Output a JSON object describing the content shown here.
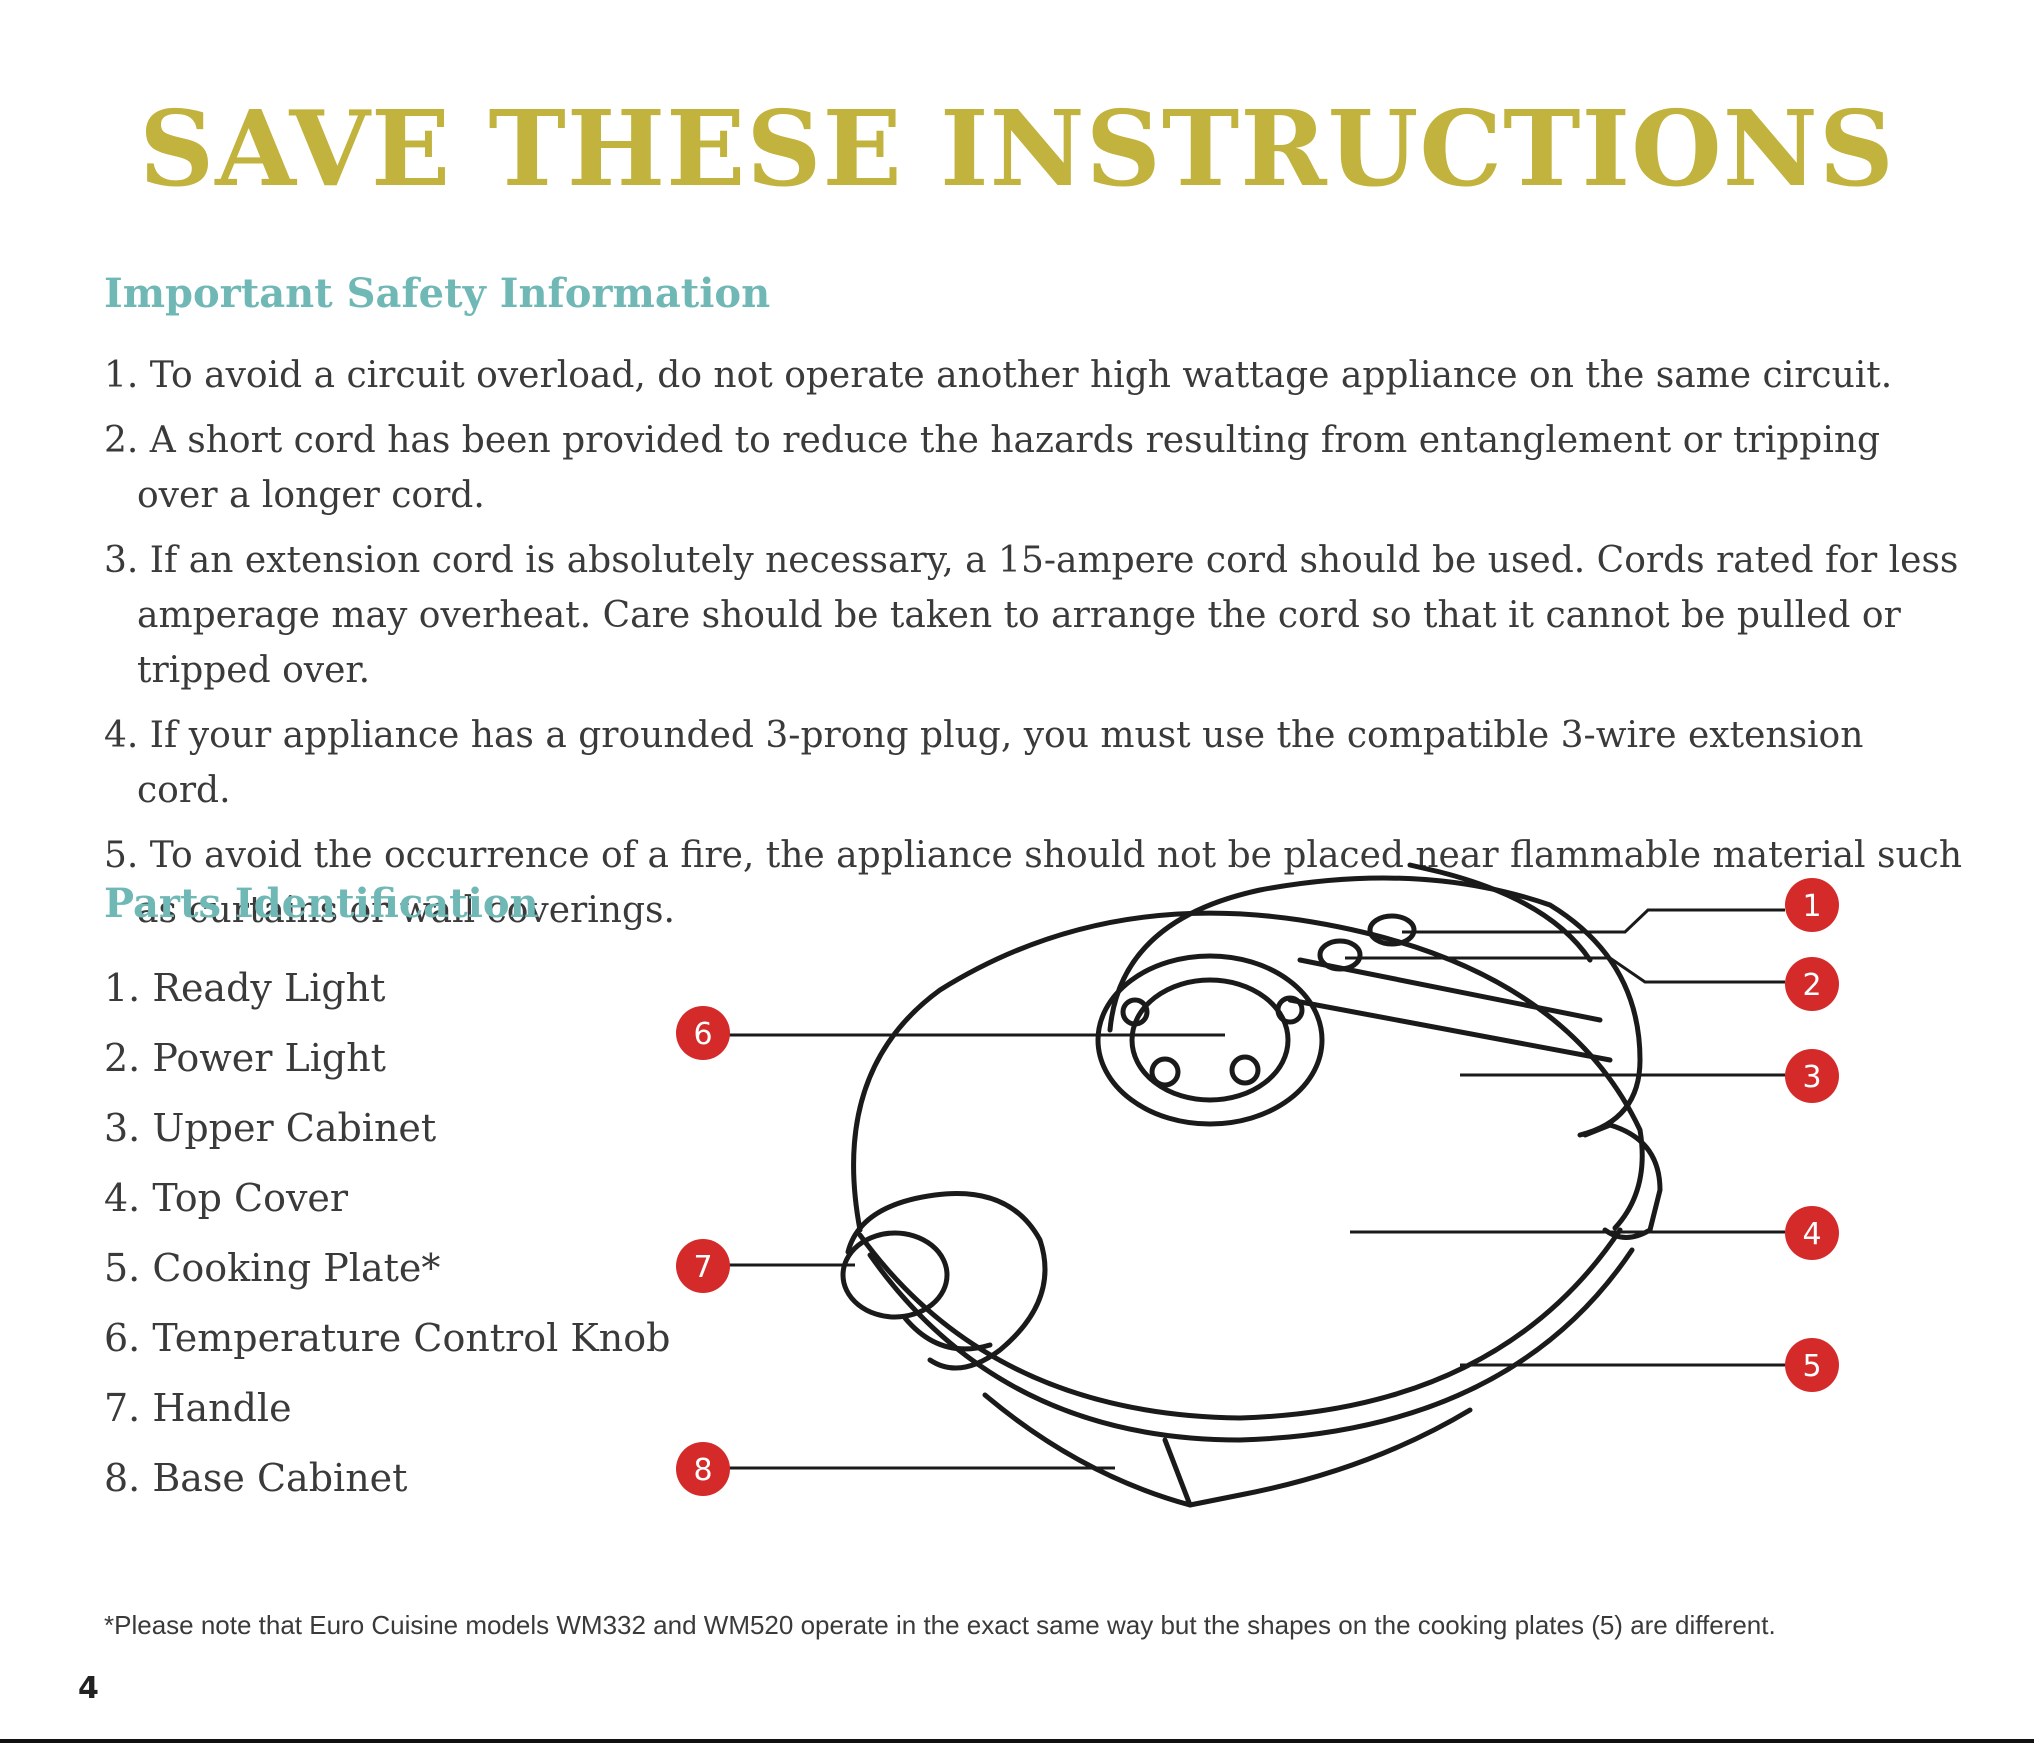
{
  "title": "SAVE THESE INSTRUCTIONS",
  "safety": {
    "heading": "Important Safety Information",
    "items": [
      "1. To avoid a circuit overload, do not operate another high wattage appliance on the same circuit.",
      "2. A short cord has been provided to reduce the hazards resulting from entanglement or tripping over a longer cord.",
      "3. If an extension cord is absolutely necessary, a 15-ampere cord should be used. Cords rated for less amperage may overheat. Care should be taken to arrange the cord so that it cannot be pulled or tripped over.",
      "4. If your appliance has a grounded 3-prong plug, you must use the compatible 3-wire extension cord.",
      "5. To avoid the occurrence of a fire, the appliance should not be placed near flammable material such as curtains or wall coverings."
    ]
  },
  "parts": {
    "heading": "Parts Identification",
    "items": [
      "1. Ready Light",
      "2. Power Light",
      "3. Upper Cabinet",
      "4. Top Cover",
      "5. Cooking Plate*",
      "6. Temperature Control Knob",
      "7. Handle",
      "8. Base Cabinet"
    ]
  },
  "diagram": {
    "callouts": [
      "1",
      "2",
      "3",
      "4",
      "5",
      "6",
      "7",
      "8"
    ],
    "callout_color": "#d42a2a"
  },
  "footnote": "*Please note that Euro Cuisine models WM332 and WM520 operate in the exact same way but the shapes on the cooking plates (5) are different.",
  "page_number": "4",
  "colors": {
    "title": "#c2b23e",
    "heading": "#6fb8b5",
    "body_text": "#3a3a3a"
  }
}
